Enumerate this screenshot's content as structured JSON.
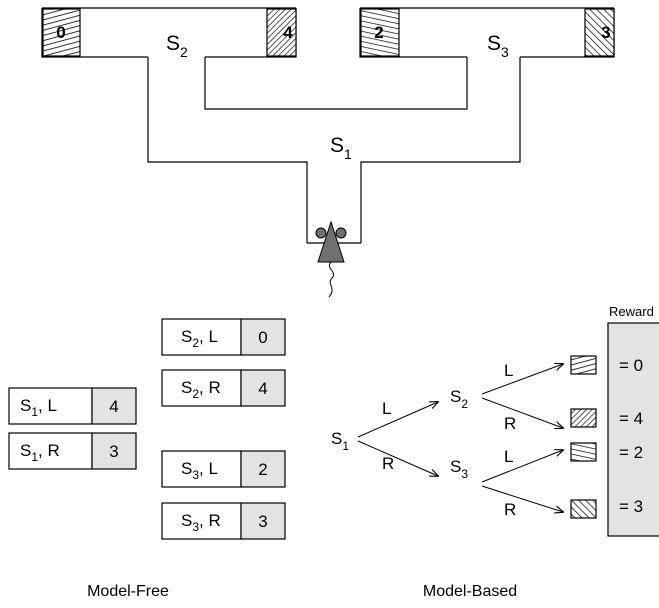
{
  "maze": {
    "state_labels": [
      {
        "base": "S",
        "sub": "1"
      },
      {
        "base": "S",
        "sub": "2"
      },
      {
        "base": "S",
        "sub": "3"
      }
    ],
    "arm_rewards": [
      "0",
      "4",
      "2",
      "3"
    ]
  },
  "model_free": {
    "caption": "Model-Free",
    "first_level": [
      {
        "state": "S",
        "sub": "1",
        "action": ", L",
        "value": "4"
      },
      {
        "state": "S",
        "sub": "1",
        "action": ", R",
        "value": "3"
      }
    ],
    "second_level": [
      {
        "state": "S",
        "sub": "2",
        "action": ", L",
        "value": "0"
      },
      {
        "state": "S",
        "sub": "2",
        "action": ", R",
        "value": "4"
      },
      {
        "state": "S",
        "sub": "3",
        "action": ", L",
        "value": "2"
      },
      {
        "state": "S",
        "sub": "3",
        "action": ", R",
        "value": "3"
      }
    ]
  },
  "model_based": {
    "caption": "Model-Based",
    "reward_header": "Reward",
    "root": {
      "base": "S",
      "sub": "1"
    },
    "branches": [
      {
        "action": "L",
        "state": {
          "base": "S",
          "sub": "2"
        },
        "leaves": [
          {
            "action": "L",
            "reward": "= 0"
          },
          {
            "action": "R",
            "reward": "= 4"
          }
        ]
      },
      {
        "action": "R",
        "state": {
          "base": "S",
          "sub": "3"
        },
        "leaves": [
          {
            "action": "L",
            "reward": "= 2"
          },
          {
            "action": "R",
            "reward": "= 3"
          }
        ]
      }
    ]
  },
  "colors": {
    "value_cell": "#e3e3e3",
    "rat": "#707070",
    "reward_panel": "#e3e3e3"
  }
}
